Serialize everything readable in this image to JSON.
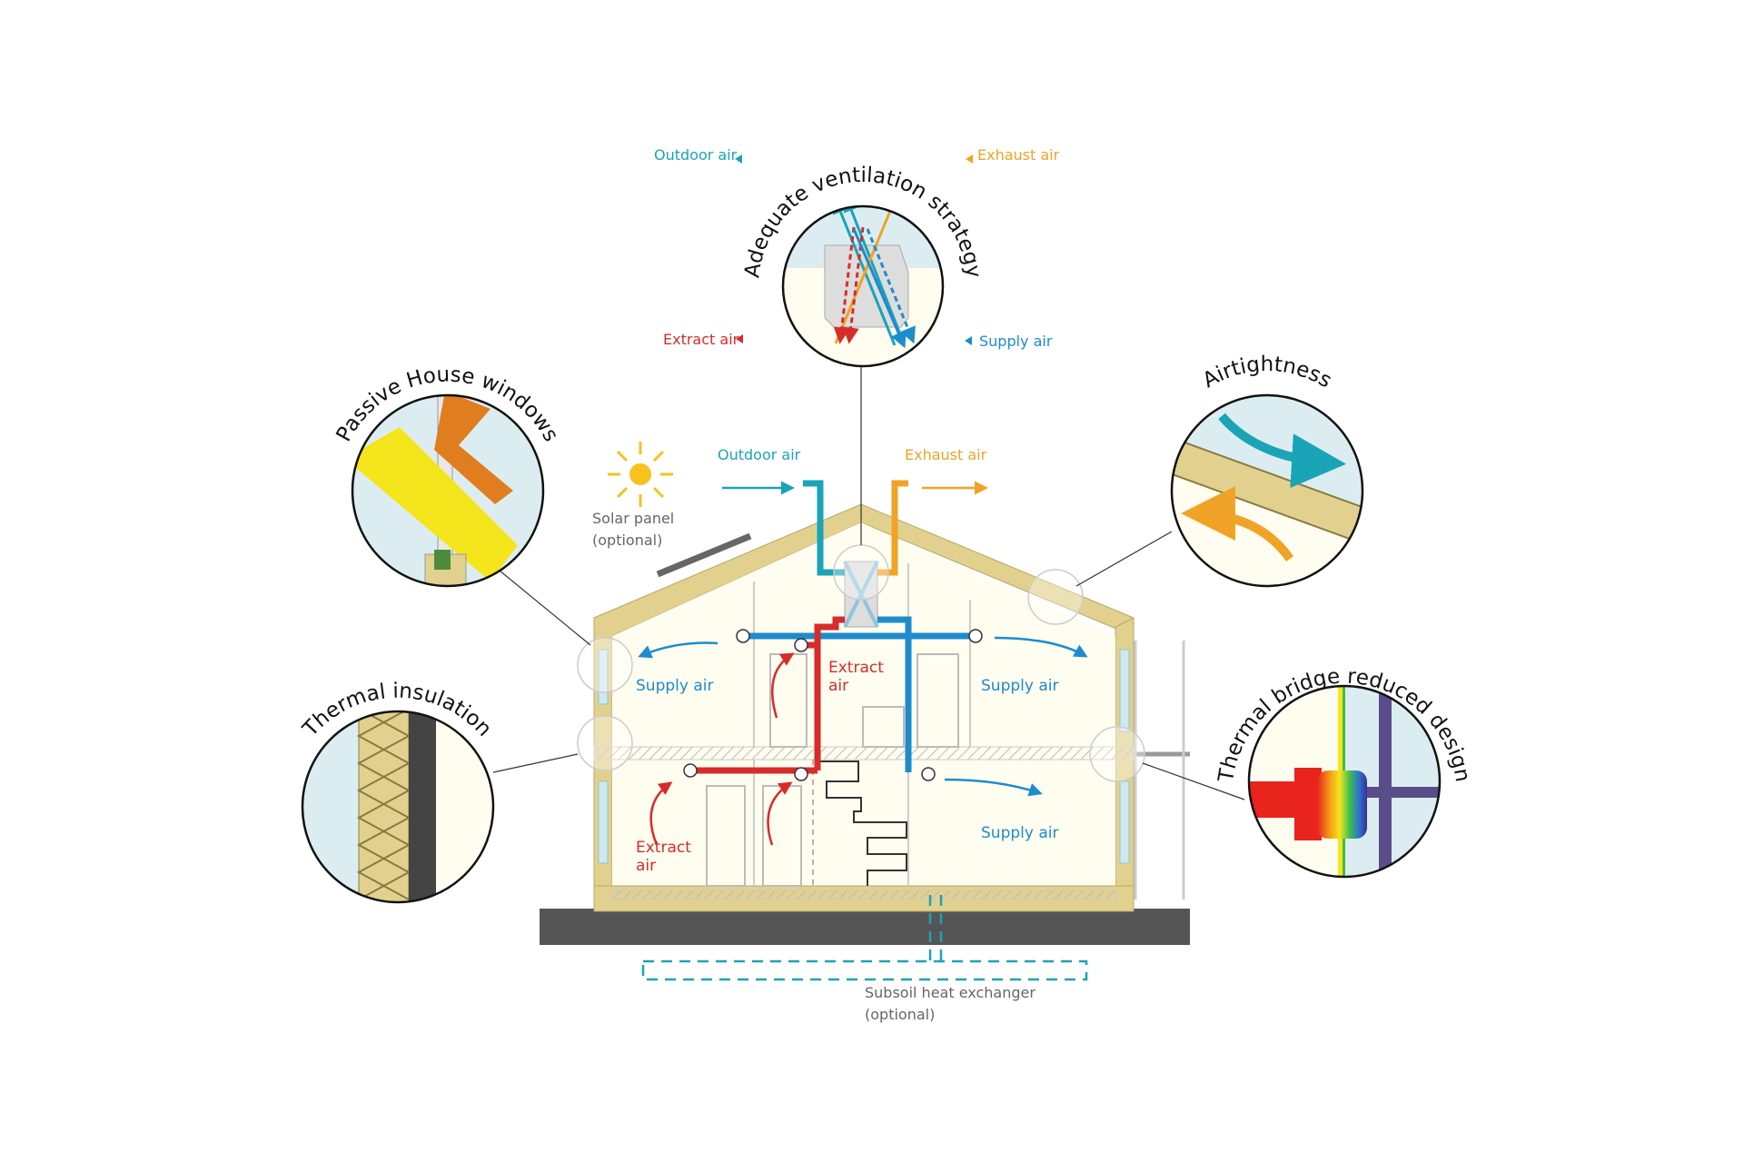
{
  "colors": {
    "outdoor": "#1ba3b8",
    "exhaust": "#f0a326",
    "extract": "#d62c2a",
    "supply": "#1c8ccc",
    "wall": "#e2d18e",
    "interior": "#fffdf0",
    "ground": "#555555"
  },
  "ventilation": {
    "heading": "Adequate ventilation strategy",
    "outdoor_air": "Outdoor air",
    "exhaust_air": "Exhaust air",
    "extract_air": "Extract air",
    "supply_air": "Supply air"
  },
  "windows": {
    "heading": "Passive House windows"
  },
  "airtightness": {
    "heading": "Airtightness"
  },
  "insulation": {
    "heading": "Thermal insulation"
  },
  "thermal_bridge": {
    "heading": "Thermal bridge reduced design"
  },
  "house": {
    "outdoor_air": "Outdoor air",
    "exhaust_air": "Exhaust air",
    "solar_line1": "Solar panel",
    "solar_line2": "(optional)",
    "supply_left_upper": "Supply air",
    "supply_right_upper": "Supply air",
    "supply_right_lower": "Supply air",
    "extract_upper_line1": "Extract",
    "extract_upper_line2": "air",
    "extract_lower_line1": "Extract",
    "extract_lower_line2": "air",
    "subsoil_line1": "Subsoil heat exchanger",
    "subsoil_line2": "(optional)"
  }
}
